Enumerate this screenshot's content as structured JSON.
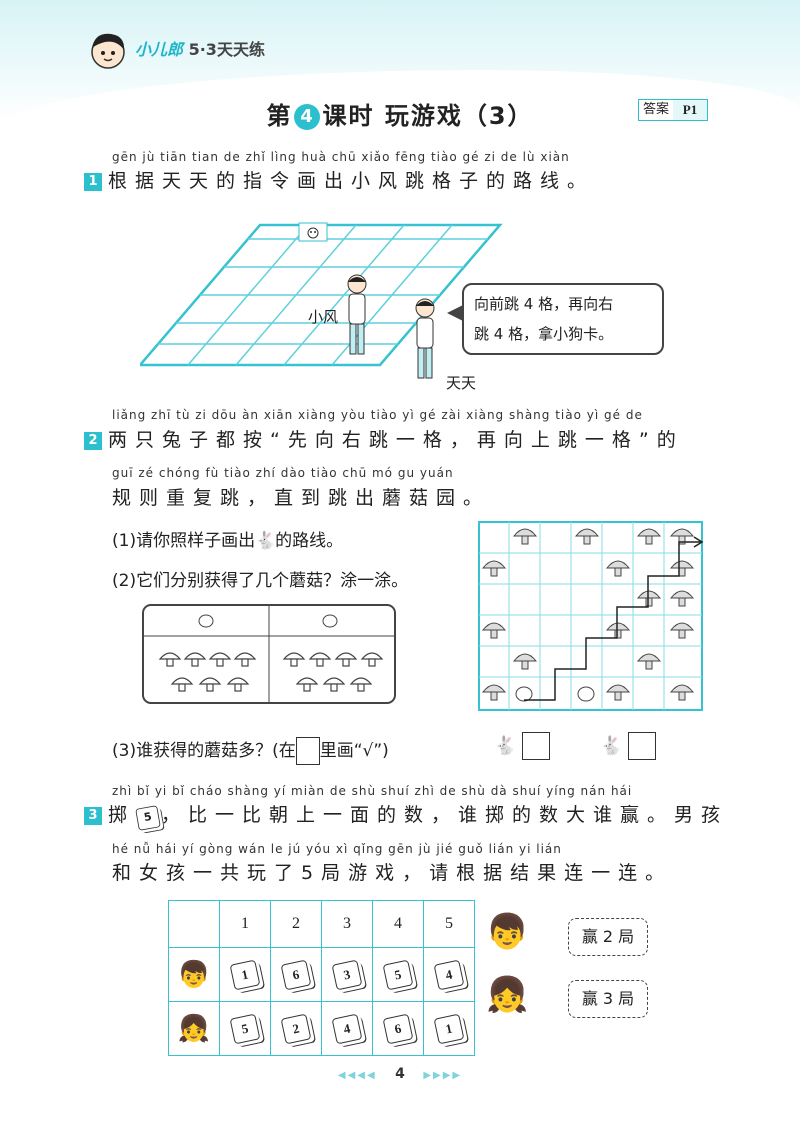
{
  "header": {
    "brand": "小儿郎",
    "series": "5·3天天练",
    "title_pre": "第",
    "lesson_num": "4",
    "title_post": "课时  玩游戏（3）",
    "answer_label": "答案",
    "answer_page": "P1"
  },
  "q1": {
    "num": "1",
    "pinyin": "gēn jù tiān tian de zhǐ lìng huà chū xiǎo fēng tiào gé zi de lù xiàn",
    "text": "根据天天的指令画出小风跳格子的路线。",
    "label_xiaofeng": "小风",
    "label_tiantian": "天天",
    "bubble_line1": "向前跳 4 格，再向右",
    "bubble_line2": "跳 4 格，拿小狗卡。"
  },
  "q2": {
    "num": "2",
    "pinyin1": "liǎng zhī tù zi dōu àn  xiān xiàng yòu tiào yì gé  zài xiàng shàng tiào yì gé  de",
    "text1": "两只兔子都按“先向右跳一格，再向上跳一格”的",
    "pinyin2": "guī zé chóng fù tiào  zhí dào tiào chū mó gu yuán",
    "text2": "规则重复跳，直到跳出蘑菇园。",
    "sub1_pre": "(1)请你照样子画出",
    "sub1_post": "的路线。",
    "sub2": "(2)它们分别获得了几个蘑菇？涂一涂。",
    "sub3_pre": "(3)谁获得的蘑菇多？(在",
    "sub3_post": "里画“√”)"
  },
  "q3": {
    "num": "3",
    "pinyin1": "zhì      bǐ yi  bǐ cháo shàng yí miàn de shù  shuí zhì de shù dà shuí yíng    nán hái",
    "text1_pre": "掷",
    "text1_post": "，比一比朝上一面的数，谁掷的数大谁赢。男孩",
    "pinyin2": "hé nǚ hái  yí gòng wán le      jú yóu xì   qǐng gēn jù jié guǒ lián yi lián",
    "text2": "和女孩一共玩了5局游戏，请根据结果连一连。",
    "columns": [
      "1",
      "2",
      "3",
      "4",
      "5"
    ],
    "boy_rolls": [
      "1",
      "6",
      "3",
      "5",
      "4"
    ],
    "girl_rolls": [
      "5",
      "2",
      "4",
      "6",
      "1"
    ],
    "result1": "赢 2 局",
    "result2": "赢 3 局"
  },
  "footer": {
    "page": "4"
  },
  "colors": {
    "accent": "#2cc0cf",
    "grid": "#36c2d0"
  }
}
